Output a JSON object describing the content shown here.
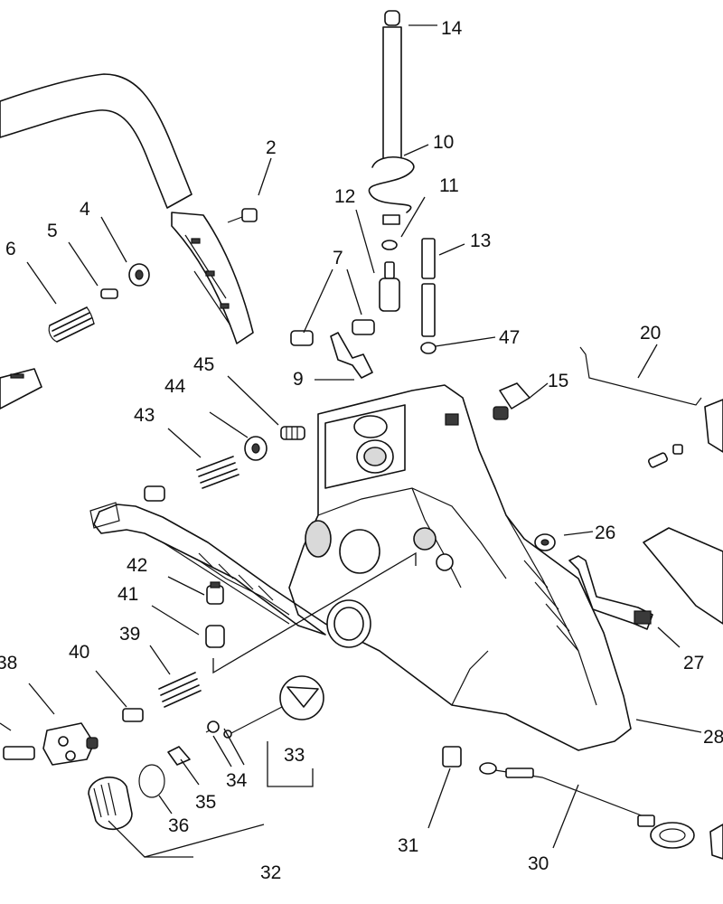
{
  "callouts": [
    {
      "id": "c14",
      "text": "14"
    },
    {
      "id": "c10",
      "text": "10"
    },
    {
      "id": "c2",
      "text": "2"
    },
    {
      "id": "c11",
      "text": "11"
    },
    {
      "id": "c12",
      "text": "12"
    },
    {
      "id": "c13",
      "text": "13"
    },
    {
      "id": "c4",
      "text": "4"
    },
    {
      "id": "c5",
      "text": "5"
    },
    {
      "id": "c6",
      "text": "6"
    },
    {
      "id": "c7",
      "text": "7"
    },
    {
      "id": "c47",
      "text": "47"
    },
    {
      "id": "c20",
      "text": "20"
    },
    {
      "id": "c9",
      "text": "9"
    },
    {
      "id": "c45",
      "text": "45"
    },
    {
      "id": "c15",
      "text": "15"
    },
    {
      "id": "c44",
      "text": "44"
    },
    {
      "id": "c43",
      "text": "43"
    },
    {
      "id": "c26",
      "text": "26"
    },
    {
      "id": "c42",
      "text": "42"
    },
    {
      "id": "c41",
      "text": "41"
    },
    {
      "id": "c27",
      "text": "27"
    },
    {
      "id": "c38",
      "text": "38"
    },
    {
      "id": "c40",
      "text": "40"
    },
    {
      "id": "c39",
      "text": "39"
    },
    {
      "id": "c28",
      "text": "28"
    },
    {
      "id": "c33",
      "text": "33"
    },
    {
      "id": "c34",
      "text": "34"
    },
    {
      "id": "c35",
      "text": "35"
    },
    {
      "id": "c36",
      "text": "36"
    },
    {
      "id": "c31",
      "text": "31"
    },
    {
      "id": "c30",
      "text": "30"
    },
    {
      "id": "c32",
      "text": "32"
    }
  ]
}
